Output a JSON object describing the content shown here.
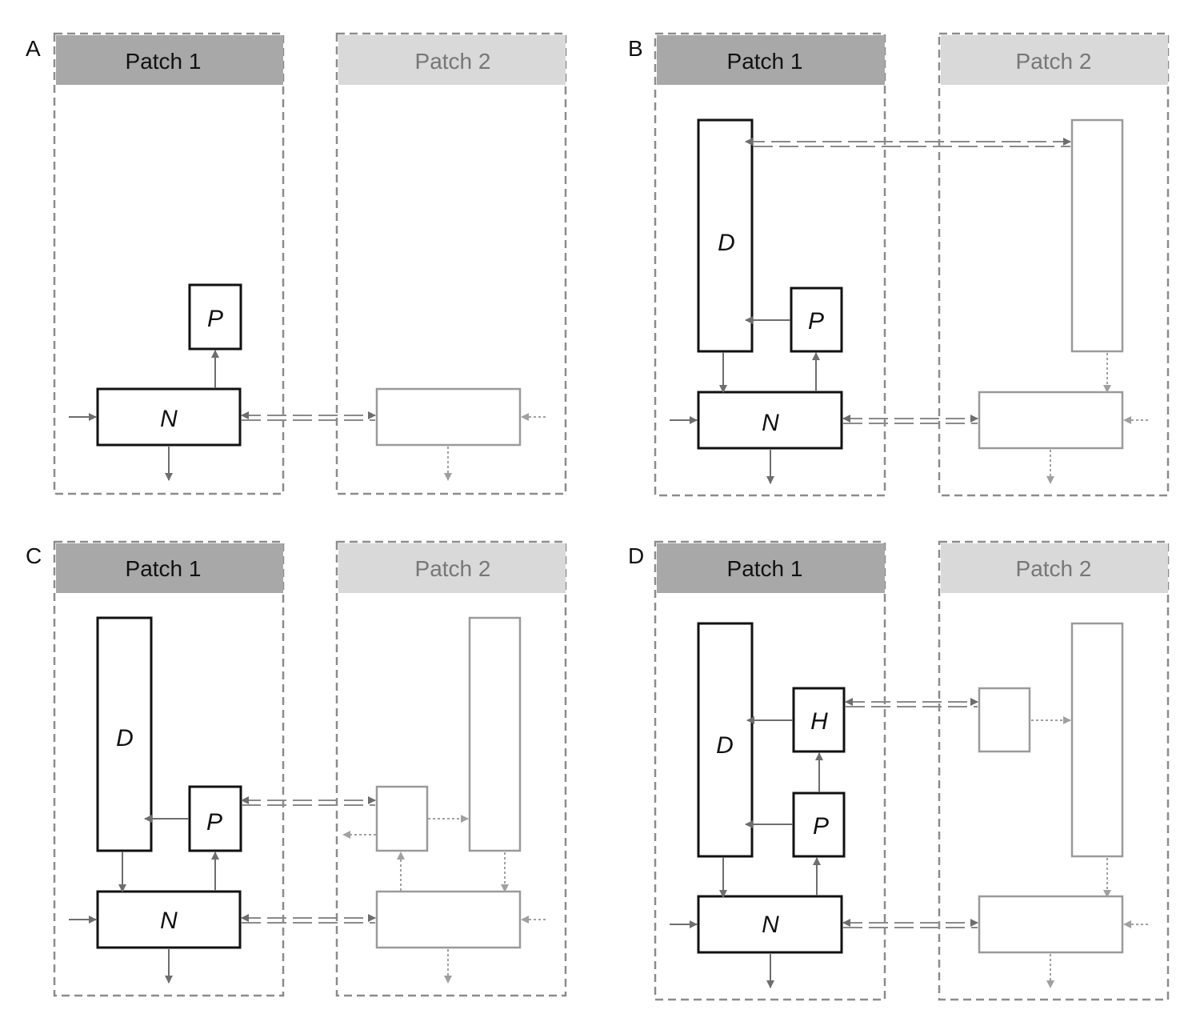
{
  "panels": {
    "a": {
      "letter": "A",
      "patch1": "Patch 1",
      "patch2": "Patch 2",
      "n": "N",
      "p": "P"
    },
    "b": {
      "letter": "B",
      "patch1": "Patch 1",
      "patch2": "Patch 2",
      "n": "N",
      "p": "P",
      "d": "D"
    },
    "c": {
      "letter": "C",
      "patch1": "Patch 1",
      "patch2": "Patch 2",
      "n": "N",
      "p": "P",
      "d": "D"
    },
    "d": {
      "letter": "D",
      "patch1": "Patch 1",
      "patch2": "Patch 2",
      "n": "N",
      "p": "P",
      "d": "D",
      "h": "H"
    }
  },
  "colors": {
    "patch1_header": "#a8a8a8",
    "patch2_header": "#d9d9d9",
    "dark_line": "#111111",
    "light_line": "#9a9a9a"
  }
}
